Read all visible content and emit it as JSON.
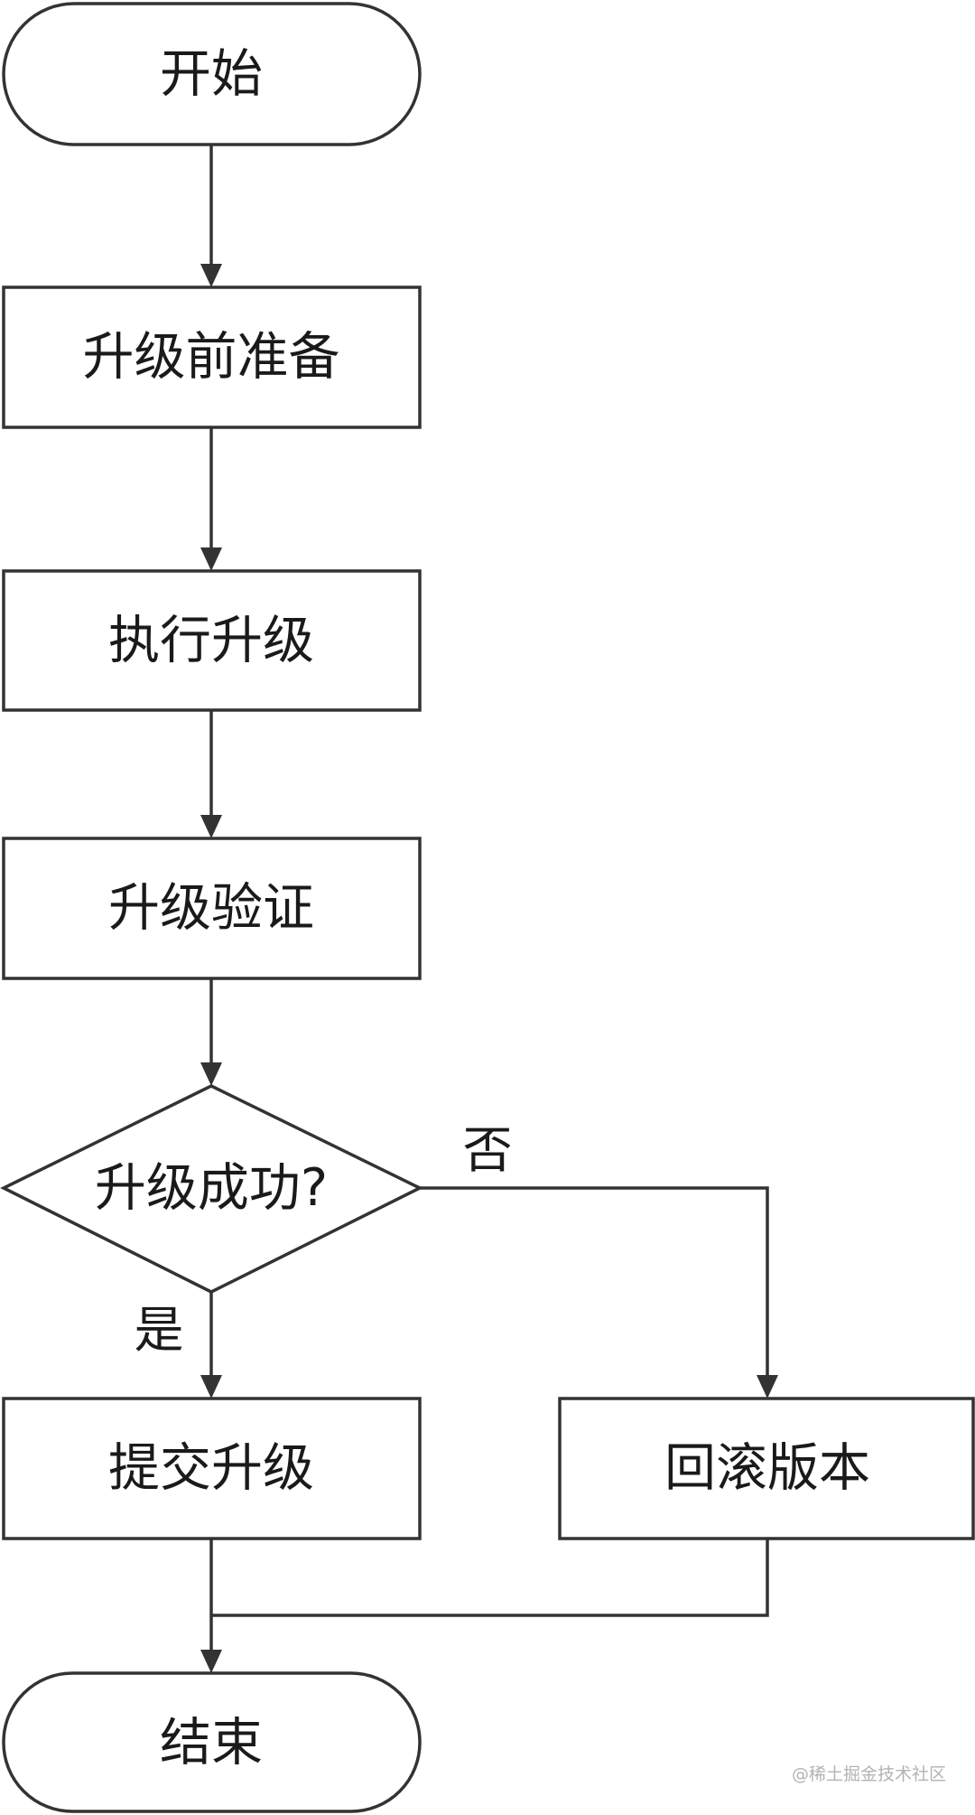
{
  "diagram": {
    "nodes": {
      "start": {
        "label": "开始",
        "shape": "terminator"
      },
      "prepare": {
        "label": "升级前准备",
        "shape": "process"
      },
      "execute": {
        "label": "执行升级",
        "shape": "process"
      },
      "verify": {
        "label": "升级验证",
        "shape": "process"
      },
      "decision": {
        "label": "升级成功?",
        "shape": "decision"
      },
      "commit": {
        "label": "提交升级",
        "shape": "process"
      },
      "rollback": {
        "label": "回滚版本",
        "shape": "process"
      },
      "end": {
        "label": "结束",
        "shape": "terminator"
      }
    },
    "edges": {
      "start_to_prepare": {
        "from": "start",
        "to": "prepare"
      },
      "prepare_to_execute": {
        "from": "prepare",
        "to": "execute"
      },
      "execute_to_verify": {
        "from": "execute",
        "to": "verify"
      },
      "verify_to_decision": {
        "from": "verify",
        "to": "decision"
      },
      "decision_yes": {
        "from": "decision",
        "to": "commit",
        "label": "是"
      },
      "decision_no": {
        "from": "decision",
        "to": "rollback",
        "label": "否"
      },
      "commit_to_end": {
        "from": "commit",
        "to": "end"
      },
      "rollback_to_end": {
        "from": "rollback",
        "to": "end"
      }
    },
    "line_color": "#333333",
    "text_color": "#1a1a1a"
  },
  "watermark": "@稀土掘金技术社区"
}
